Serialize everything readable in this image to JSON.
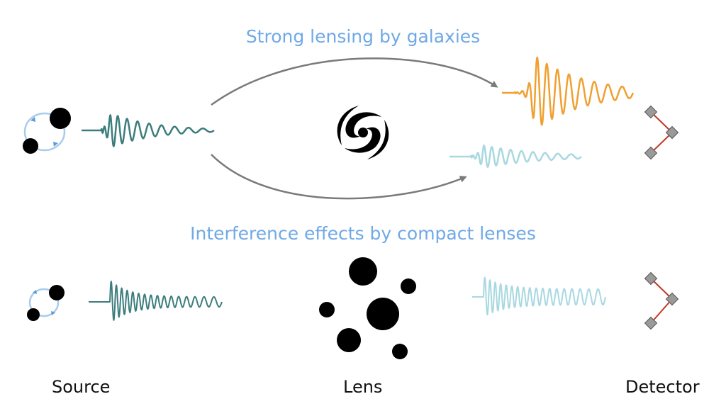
{
  "headings": {
    "top": "Strong lensing by galaxies",
    "bottom": "Interference effects by compact lenses"
  },
  "labels": {
    "source": "Source",
    "lens": "Lens",
    "detector": "Detector"
  },
  "colors": {
    "heading": "#6fa9e6",
    "source_wave": "#3d7d7d",
    "magnified_wave": "#f0a030",
    "faint_wave": "#a8d8e0",
    "arrow": "#7a7a7a",
    "detector_arm": "#c0392b",
    "detector_mirror": "#9a9a9a",
    "orbit": "#a8ccec"
  },
  "icons": {
    "binary_source": "binary-black-hole-icon",
    "galaxy": "spiral-galaxy-icon",
    "detector": "interferometer-icon",
    "compact_lenses": "point-mass-lens-icon"
  }
}
